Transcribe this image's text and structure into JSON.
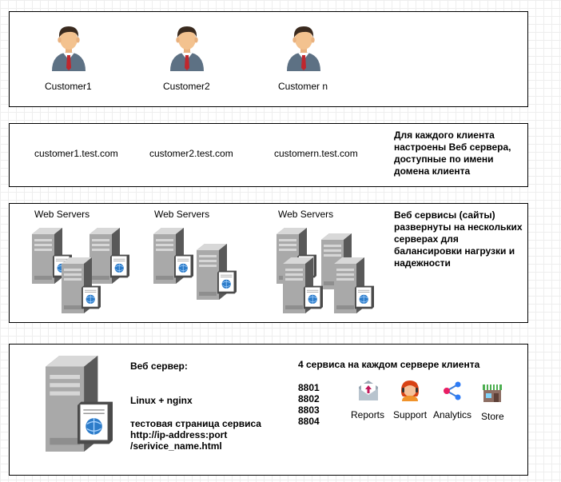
{
  "customers": {
    "items": [
      {
        "label": "Customer1"
      },
      {
        "label": "Customer2"
      },
      {
        "label": "Customer n"
      }
    ]
  },
  "domains": {
    "items": [
      {
        "label": "customer1.test.com"
      },
      {
        "label": "customer2.test.com"
      },
      {
        "label": "customern.test.com"
      }
    ],
    "note": "Для каждого клиента настроены Веб сервера, доступные по имени домена клиента"
  },
  "webservers": {
    "group_label": "Web Servers",
    "note": "Веб сервисы (сайты) развернуты на нескольких серверах для балансировки нагрузки и надежности"
  },
  "server_detail": {
    "title": "Веб сервер:",
    "stack": "Linux + nginx",
    "test_page_line1": "тестовая страница сервиса",
    "test_page_line2": "http://ip-address:port",
    "test_page_line3": "/serivice_name.html",
    "services_title": "4 сервиса на каждом сервере клиента",
    "ports": [
      "8801",
      "8802",
      "8803",
      "8804"
    ],
    "services": [
      {
        "label": "Reports",
        "icon": "reports-icon"
      },
      {
        "label": "Support",
        "icon": "support-icon"
      },
      {
        "label": "Analytics",
        "icon": "analytics-icon"
      },
      {
        "label": "Store",
        "icon": "store-icon"
      }
    ]
  }
}
